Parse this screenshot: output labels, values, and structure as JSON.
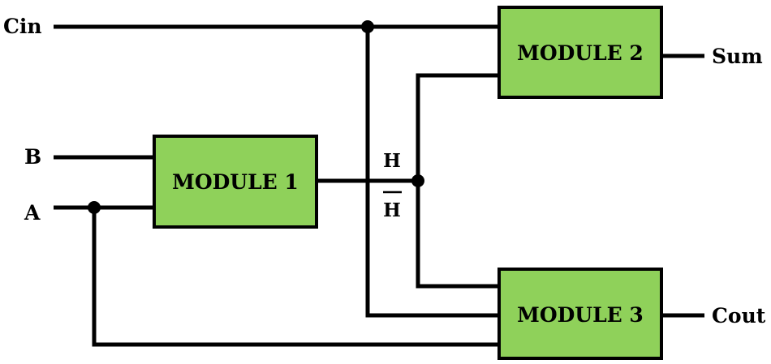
{
  "modules": {
    "m1": "MODULE 1",
    "m2": "MODULE 2",
    "m3": "MODULE 3"
  },
  "inputs": {
    "cin": "Cin",
    "b": "B",
    "a": "A"
  },
  "outputs": {
    "sum": "Sum",
    "cout": "Cout"
  },
  "signals": {
    "h": "H",
    "h_bar": "H"
  },
  "colors": {
    "module_fill": "#8fd15a",
    "wire": "#000000"
  }
}
